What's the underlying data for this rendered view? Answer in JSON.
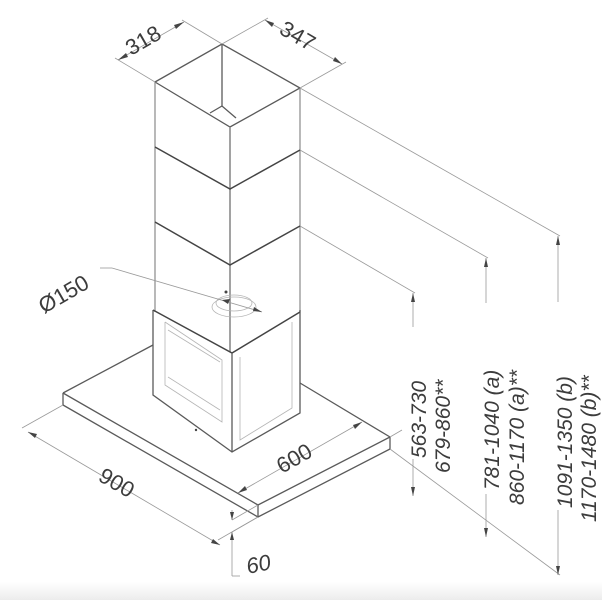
{
  "drawing": {
    "title": "Island chimney hood dimension drawing",
    "units": "mm",
    "colors": {
      "line": "#5a5a5a",
      "dimension_line": "#9a9a9a",
      "text": "#3c3c3c",
      "background": "#ffffff"
    }
  },
  "dimensions": {
    "chimney_width": "318",
    "chimney_depth": "347",
    "duct_diameter": "Ø150",
    "hood_width": "900",
    "hood_depth": "600",
    "hood_thickness": "60",
    "height_min_line1": "563-730",
    "height_min_line2": "679-860**",
    "height_mid_line1": "781-1040 (a)",
    "height_mid_line2": "860-1170 (a)**",
    "height_max_line1": "1091-1350 (b)",
    "height_max_line2": "1170-1480 (b)**"
  }
}
